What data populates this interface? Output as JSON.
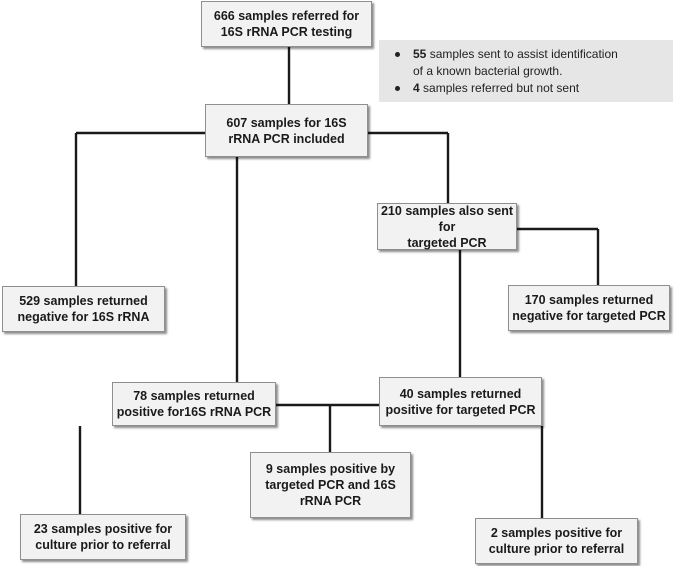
{
  "boxes": {
    "referred": [
      "666 samples referred for",
      "16S rRNA PCR testing"
    ],
    "included": [
      "607 samples for 16S",
      "rRNA PCR included"
    ],
    "targeted_sent": [
      "210 samples also sent for",
      "targeted PCR"
    ],
    "negative_16s": [
      "529 samples returned",
      "negative for 16S rRNA"
    ],
    "negative_targeted": [
      "170 samples returned",
      "negative for targeted PCR"
    ],
    "positive_16s": [
      "78 samples returned",
      "positive for16S rRNA PCR"
    ],
    "positive_targeted": [
      "40 samples returned",
      "positive for targeted PCR"
    ],
    "positive_both": [
      "9 samples positive by",
      "targeted PCR and 16S",
      "rRNA PCR"
    ],
    "culture_23": [
      "23 samples positive for",
      "culture prior to referral"
    ],
    "culture_2": [
      "2 samples positive for",
      "culture prior to referral"
    ]
  },
  "excluded_note": [
    {
      "count": "55",
      "text": " samples sent to assist identification",
      "text2": "of a known bacterial growth."
    },
    {
      "count": "4",
      "text": " samples referred but not sent"
    }
  ]
}
